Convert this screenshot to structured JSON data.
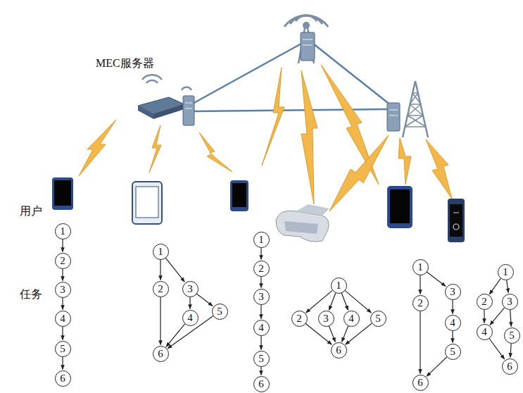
{
  "diagram": {
    "nodes": [
      {
        "text": [
          "1"
        ]
      },
      {
        "text": [
          "2"
        ]
      },
      {
        "text": [
          "3"
        ]
      },
      {
        "text": [
          "4"
        ]
      },
      {
        "text": [
          "5"
        ]
      },
      {
        "text": [
          "6"
        ]
      },
      {
        "text": [
          "1"
        ]
      },
      {
        "text": [
          "2"
        ]
      },
      {
        "text": [
          "3"
        ]
      },
      {
        "text": [
          "4"
        ]
      },
      {
        "text": [
          "5"
        ]
      },
      {
        "text": [
          "6"
        ]
      },
      {
        "text": [
          "1"
        ]
      },
      {
        "text": [
          "2"
        ]
      },
      {
        "text": [
          "3"
        ]
      },
      {
        "text": [
          "4"
        ]
      },
      {
        "text": [
          "5"
        ]
      },
      {
        "text": [
          "6"
        ]
      },
      {
        "text": [
          "1"
        ]
      },
      {
        "text": [
          "2"
        ]
      },
      {
        "text": [
          "3"
        ]
      },
      {
        "text": [
          "4"
        ]
      },
      {
        "text": [
          "5"
        ]
      },
      {
        "text": [
          "6"
        ]
      },
      {
        "text": [
          "1"
        ]
      },
      {
        "text": [
          "2"
        ]
      },
      {
        "text": [
          "3"
        ]
      },
      {
        "text": [
          "4"
        ]
      },
      {
        "text": [
          "5"
        ]
      },
      {
        "text": [
          "6"
        ]
      },
      {
        "text": [
          "1"
        ]
      },
      {
        "text": [
          "2"
        ]
      },
      {
        "text": [
          "3"
        ]
      },
      {
        "text": [
          "4"
        ]
      },
      {
        "text": [
          "5"
        ]
      },
      {
        "text": [
          "6"
        ]
      }
    ],
    "edges": [
      {
        "from": 0,
        "to": 1,
        "arrow": "to"
      },
      {
        "from": 1,
        "to": 2,
        "arrow": "to"
      },
      {
        "from": 2,
        "to": 3,
        "arrow": "to"
      },
      {
        "from": 3,
        "to": 4,
        "arrow": "to"
      },
      {
        "from": 4,
        "to": 5,
        "arrow": "to"
      },
      {
        "from": 6,
        "to": 7,
        "arrow": "to"
      },
      {
        "from": 6,
        "to": 8,
        "arrow": "to"
      },
      {
        "from": 8,
        "to": 9,
        "arrow": "to"
      },
      {
        "from": 8,
        "to": 10,
        "arrow": "to"
      },
      {
        "from": 7,
        "to": 11,
        "arrow": "to"
      },
      {
        "from": 9,
        "to": 11,
        "arrow": "to"
      },
      {
        "from": 10,
        "to": 11,
        "arrow": "to"
      },
      {
        "from": 12,
        "to": 13,
        "arrow": "to"
      },
      {
        "from": 13,
        "to": 14,
        "arrow": "to"
      },
      {
        "from": 14,
        "to": 15,
        "arrow": "to"
      },
      {
        "from": 15,
        "to": 16,
        "arrow": "to"
      },
      {
        "from": 16,
        "to": 17,
        "arrow": "to"
      },
      {
        "from": 18,
        "to": 19,
        "arrow": "to"
      },
      {
        "from": 18,
        "to": 20,
        "arrow": "to"
      },
      {
        "from": 18,
        "to": 21,
        "arrow": "to"
      },
      {
        "from": 18,
        "to": 22,
        "arrow": "to"
      },
      {
        "from": 19,
        "to": 23,
        "arrow": "to"
      },
      {
        "from": 20,
        "to": 23,
        "arrow": "to"
      },
      {
        "from": 21,
        "to": 23,
        "arrow": "to"
      },
      {
        "from": 22,
        "to": 23,
        "arrow": "to"
      },
      {
        "from": 24,
        "to": 25,
        "arrow": "to"
      },
      {
        "from": 24,
        "to": 26,
        "arrow": "to"
      },
      {
        "from": 26,
        "to": 27,
        "arrow": "to"
      },
      {
        "from": 27,
        "to": 28,
        "arrow": "to"
      },
      {
        "from": 25,
        "to": 29,
        "arrow": "to"
      },
      {
        "from": 28,
        "to": 29,
        "arrow": "to"
      },
      {
        "from": 30,
        "to": 31,
        "arrow": "to"
      },
      {
        "from": 30,
        "to": 32,
        "arrow": "to"
      },
      {
        "from": 31,
        "to": 33,
        "arrow": "to"
      },
      {
        "from": 32,
        "to": 33,
        "arrow": "to"
      },
      {
        "from": 32,
        "to": 34,
        "arrow": "to"
      },
      {
        "from": 33,
        "to": 35,
        "arrow": "to"
      },
      {
        "from": 34,
        "to": 35,
        "arrow": "to"
      }
    ],
    "labels": [
      "MEC服务器",
      "用户",
      "任务"
    ]
  }
}
